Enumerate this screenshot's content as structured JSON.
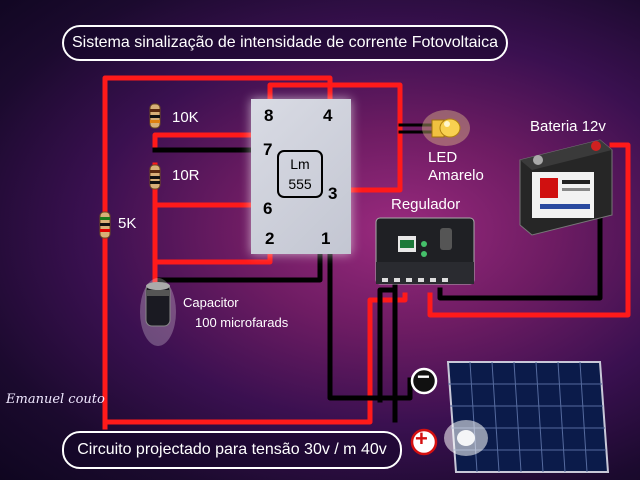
{
  "title": "Sistema sinalização de intensidade de corrente Fotovoltaica",
  "footer": "Circuito projectado para tensão 30v / m 40v",
  "author": "Emanuel couto",
  "ic": {
    "name_line1": "Lm",
    "name_line2": "555",
    "pins": {
      "p8": "8",
      "p4": "4",
      "p7": "7",
      "p3": "3",
      "p6": "6",
      "p2": "2",
      "p1": "1"
    }
  },
  "components": {
    "r1": "10K",
    "r2": "10R",
    "r3": "5K",
    "capacitor_line1": "Capacitor",
    "capacitor_line2": "100  microfarads",
    "led_line1": "LED",
    "led_line2": "Amarelo",
    "regulator": "Regulador",
    "battery": "Bateria 12v",
    "minus_symbol": "−",
    "plus_symbol": "+"
  },
  "colors": {
    "positive_wire": "#ff1a1a",
    "negative_wire": "#000000",
    "ic": "#cfd2dc",
    "led": "#e8b020"
  }
}
